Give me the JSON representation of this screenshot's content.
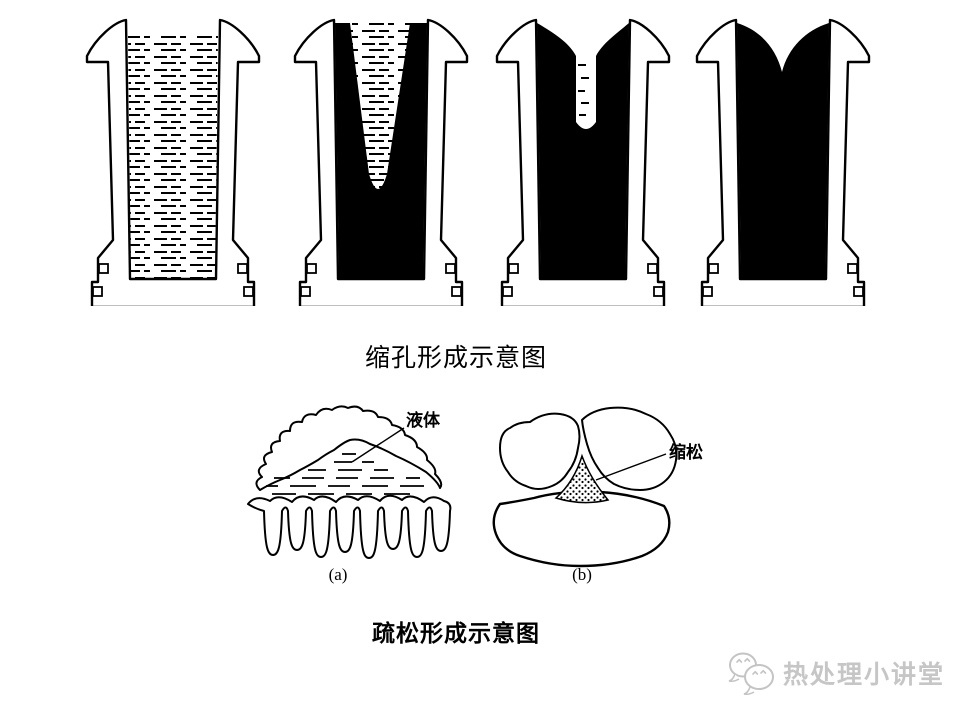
{
  "slide": {
    "background": "#ffffff",
    "ink_color": "#000000"
  },
  "figure_shrinkage_cavity": {
    "caption": "缩孔形成示意图"
  },
  "figure_porosity": {
    "caption": "疏松形成示意图",
    "label_liquid": "液体",
    "label_porosity": "缩松",
    "sublabel_a": "(a)",
    "sublabel_b": "(b)"
  },
  "watermark": {
    "brand": "热处理小讲堂",
    "color": "#c6c6c6"
  }
}
